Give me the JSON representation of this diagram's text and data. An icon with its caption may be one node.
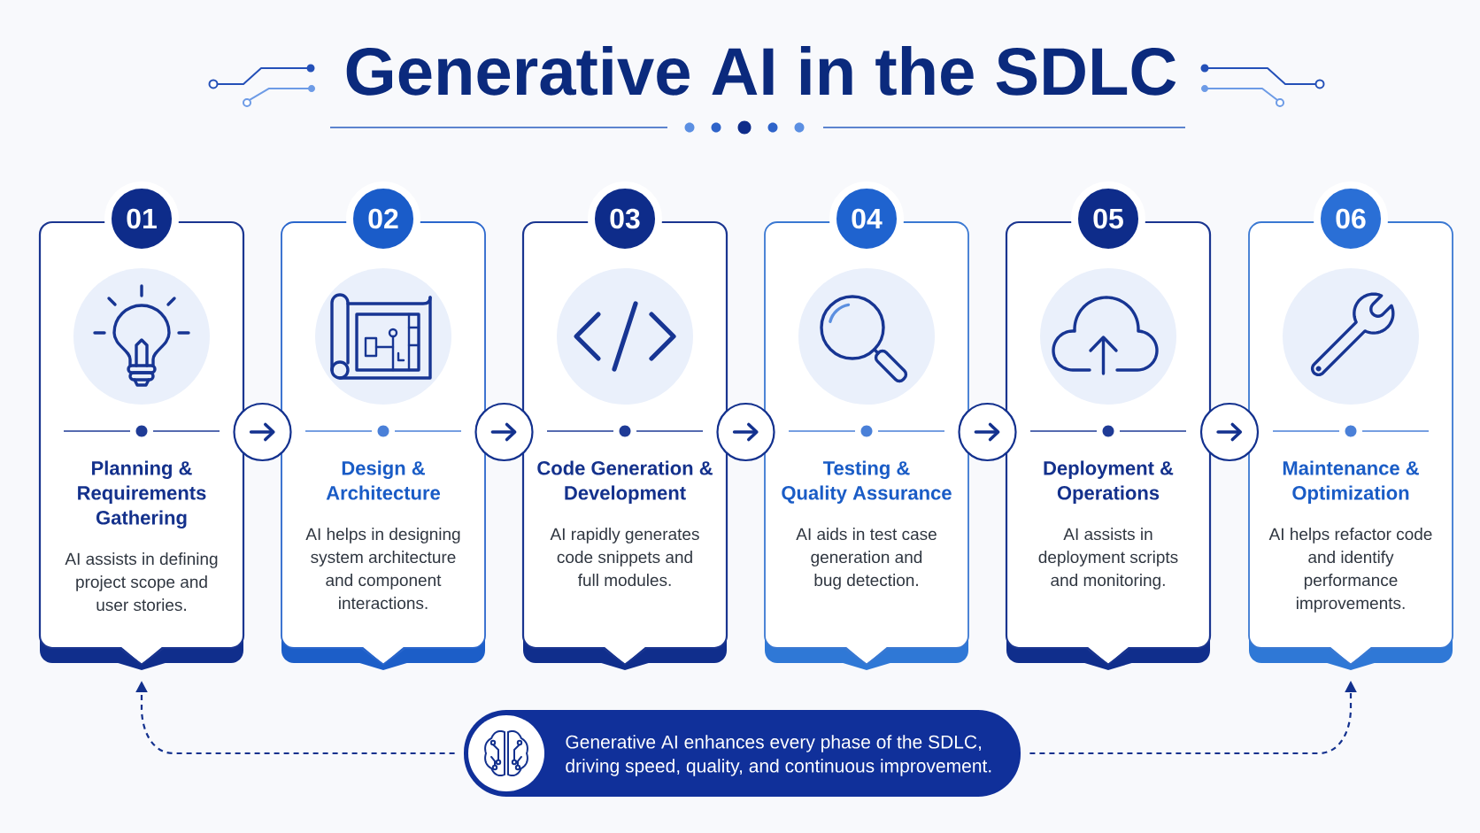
{
  "diagram": {
    "title": "Generative AI in the SDLC",
    "nodes": [
      {
        "text": [
          "01"
        ]
      },
      {
        "text": [
          "Planning & Requirements Gathering",
          "AI assists in defining project scope and user stories."
        ]
      },
      {
        "text": [
          "02"
        ]
      },
      {
        "text": [
          "Design & Architecture",
          "AI helps in designing system architecture and component interactions."
        ]
      },
      {
        "text": [
          "03"
        ]
      },
      {
        "text": [
          "Code Generation & Development",
          "AI rapidly generates code snippets and full modules."
        ]
      },
      {
        "text": [
          "04"
        ]
      },
      {
        "text": [
          "Testing & Quality Assurance",
          "AI aids in test case generation and bug detection."
        ]
      },
      {
        "text": [
          "05"
        ]
      },
      {
        "text": [
          "Deployment & Operations",
          "AI assists in deployment scripts and monitoring."
        ]
      },
      {
        "text": [
          "06"
        ]
      },
      {
        "text": [
          "Maintenance & Optimization",
          "AI helps refactor code and identify performance improvements."
        ]
      },
      {
        "text": [
          "Generative AI enhances every phase of the SDLC, driving speed, quality, and continuous improvement."
        ]
      }
    ],
    "edges": [
      {
        "from": 1,
        "to": 3,
        "arrow": "to"
      },
      {
        "from": 3,
        "to": 5,
        "arrow": "to"
      },
      {
        "from": 5,
        "to": 7,
        "arrow": "to"
      },
      {
        "from": 7,
        "to": 9,
        "arrow": "to"
      },
      {
        "from": 9,
        "to": 11,
        "arrow": "to"
      },
      {
        "from": 12,
        "to": 1,
        "arrow": "to",
        "style": "dashed"
      },
      {
        "from": 12,
        "to": 11,
        "arrow": "to",
        "style": "dashed"
      }
    ]
  }
}
